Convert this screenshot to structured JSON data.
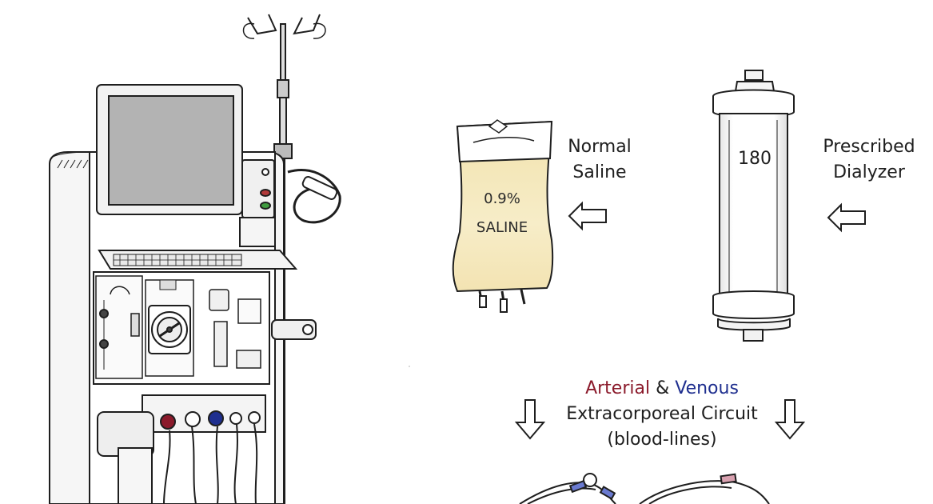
{
  "saline_label": [
    "Normal",
    "Saline"
  ],
  "dialyzer_label": [
    "Prescribed",
    "Dialyzer"
  ],
  "circuit_label": {
    "arterial": "Arterial",
    "amp": " & ",
    "venous": "Venous",
    "line2": "Extracorporeal Circuit",
    "line3": "(blood-lines)"
  },
  "saline_bag_text": [
    "0.9%",
    "SALINE"
  ],
  "dialyzer_text": "180",
  "colors": {
    "arterial": "#8b1a2b",
    "venous": "#1f2f8f",
    "saline_fluid": "#f5e8b8",
    "screen": "#b3b3b3",
    "ink": "#1e1e1e"
  },
  "icons": [
    "dialysis-machine-illustration",
    "saline-bag-illustration",
    "dialyzer-illustration",
    "blood-lines-illustration",
    "arrow-left-icon",
    "arrow-down-icon"
  ]
}
